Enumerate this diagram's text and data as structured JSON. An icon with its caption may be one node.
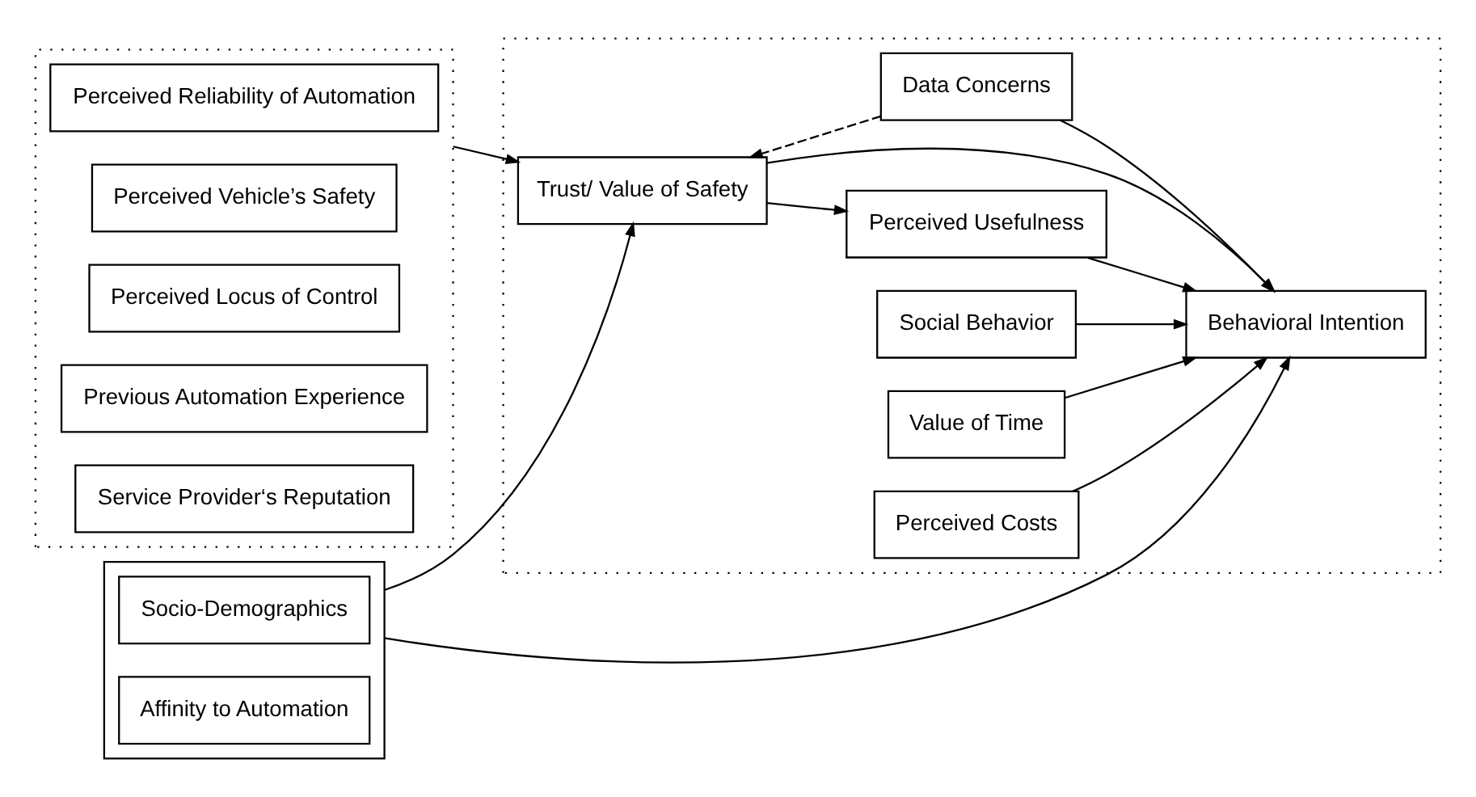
{
  "diagram": {
    "nodes": [
      {
        "text": [],
        "shape": "box"
      },
      {
        "text": [
          "Perceived Reliability of Automation"
        ],
        "in": 0
      },
      {
        "text": [
          "Perceived Vehicle’s Safety"
        ],
        "in": 0
      },
      {
        "text": [
          "Perceived Locus of Control"
        ],
        "in": 0
      },
      {
        "text": [
          "Previous Automation Experience"
        ],
        "in": 0
      },
      {
        "text": [
          "Service Provider‘s Reputation"
        ],
        "in": 0
      },
      {
        "text": [],
        "shape": "box"
      },
      {
        "text": [
          "Socio-Demographics"
        ],
        "in": 6
      },
      {
        "text": [
          "Affinity to Automation"
        ],
        "in": 6
      },
      {
        "text": [],
        "shape": "box"
      },
      {
        "text": [
          "Trust/ Value of Safety"
        ],
        "in": 9
      },
      {
        "text": [
          "Perceived Usefulness"
        ],
        "in": 9
      },
      {
        "text": [
          "Social Behavior"
        ],
        "in": 9
      },
      {
        "text": [
          "Value of Time"
        ],
        "in": 9
      },
      {
        "text": [
          "Perceived Costs"
        ],
        "in": 9
      },
      {
        "text": [
          "Data Concerns"
        ],
        "in": 9
      },
      {
        "text": [
          "Behavioral Intention"
        ],
        "in": 9
      }
    ],
    "edges": [
      {
        "from": 0,
        "to": 10,
        "arrow": "to"
      },
      {
        "from": 6,
        "to": 10,
        "arrow": "to"
      },
      {
        "from": 6,
        "to": 16,
        "arrow": "to"
      },
      {
        "from": 10,
        "to": 11,
        "arrow": "to"
      },
      {
        "from": 10,
        "to": 16,
        "arrow": "to"
      },
      {
        "from": 11,
        "to": 16,
        "arrow": "to"
      },
      {
        "from": 12,
        "to": 16,
        "arrow": "to"
      },
      {
        "from": 13,
        "to": 16,
        "arrow": "to"
      },
      {
        "from": 14,
        "to": 16,
        "arrow": "to"
      },
      {
        "from": 15,
        "to": 16,
        "arrow": "to"
      },
      {
        "from": 15,
        "to": 10,
        "arrow": "to",
        "style": "dashed"
      }
    ]
  }
}
